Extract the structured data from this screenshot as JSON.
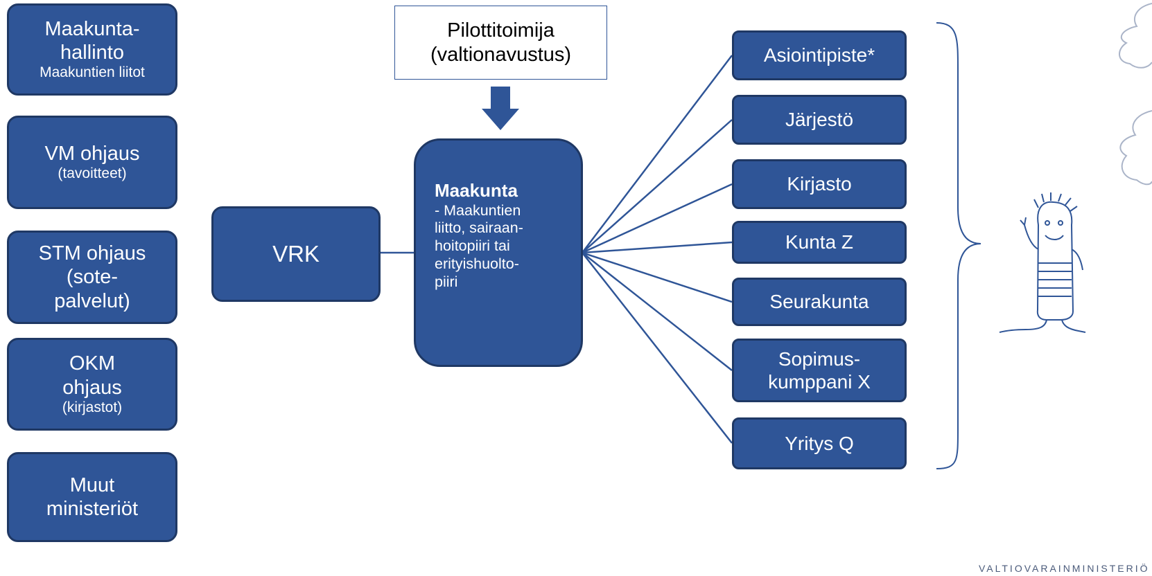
{
  "left_column": [
    {
      "lines": [
        "Maakunta-",
        "hallinto"
      ],
      "sub": [
        "Maakuntien liitot"
      ]
    },
    {
      "lines": [
        "VM ohjaus"
      ],
      "sub": [
        "(tavoitteet)"
      ]
    },
    {
      "lines": [
        "STM ohjaus",
        "(sote-",
        "palvelut)"
      ],
      "sub": []
    },
    {
      "lines": [
        "OKM",
        "ohjaus"
      ],
      "sub": [
        "(kirjastot)"
      ]
    },
    {
      "lines": [
        "Muut",
        "ministeriöt"
      ],
      "sub": []
    }
  ],
  "vrk_label": "VRK",
  "pilot": {
    "line1": "Pilottitoimija",
    "line2": "(valtionavustus)"
  },
  "main": {
    "title": "Maakunta",
    "body": [
      "- Maakuntien",
      "liitto, sairaan-",
      "hoitopiiri tai",
      "erityishuolto-",
      "piiri"
    ]
  },
  "right_column": [
    {
      "lines": [
        "Asiointipiste*"
      ]
    },
    {
      "lines": [
        "Järjestö"
      ]
    },
    {
      "lines": [
        "Kirjasto"
      ]
    },
    {
      "lines": [
        "Kunta Z"
      ]
    },
    {
      "lines": [
        "Seurakunta"
      ]
    },
    {
      "lines": [
        "Sopimus-",
        "kumppani X"
      ]
    },
    {
      "lines": [
        "Yritys Q"
      ]
    }
  ],
  "footer_logo_text": "VALTIOVARAINMINISTERIÖ",
  "colors": {
    "box_fill": "#2f5597",
    "box_border": "#1f3864",
    "connector": "#2f5597",
    "illustration_stroke": "#aab4c8"
  }
}
